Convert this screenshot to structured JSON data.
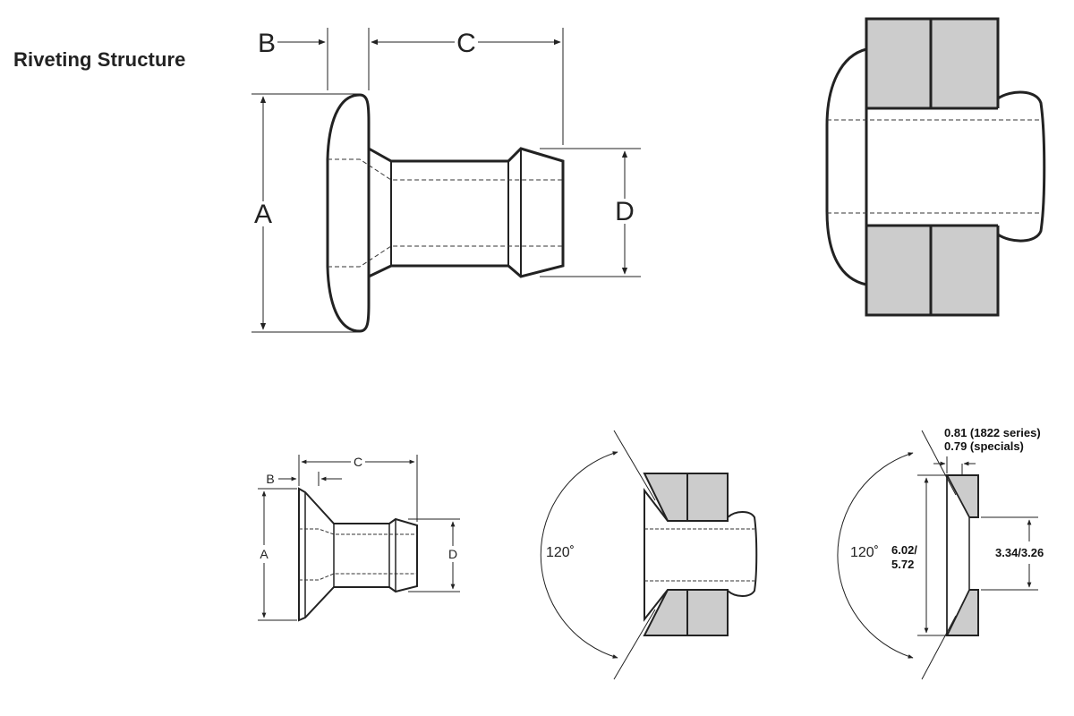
{
  "title": "Riveting Structure",
  "large_rivet": {
    "label_a": "A",
    "label_b": "B",
    "label_c": "C",
    "label_d": "D"
  },
  "small_rivet": {
    "label_a": "A",
    "label_b": "B",
    "label_c": "C",
    "label_d": "D"
  },
  "countersunk_joint": {
    "angle": "120˚"
  },
  "countersink_spec": {
    "angle": "120˚",
    "head_thickness_line1": "0.81 (1822 series)",
    "head_thickness_line2": "0.79 (specials)",
    "outer_diameter_line1": "6.02/",
    "outer_diameter_line2": "5.72",
    "hole_diameter": "3.34/3.26"
  }
}
